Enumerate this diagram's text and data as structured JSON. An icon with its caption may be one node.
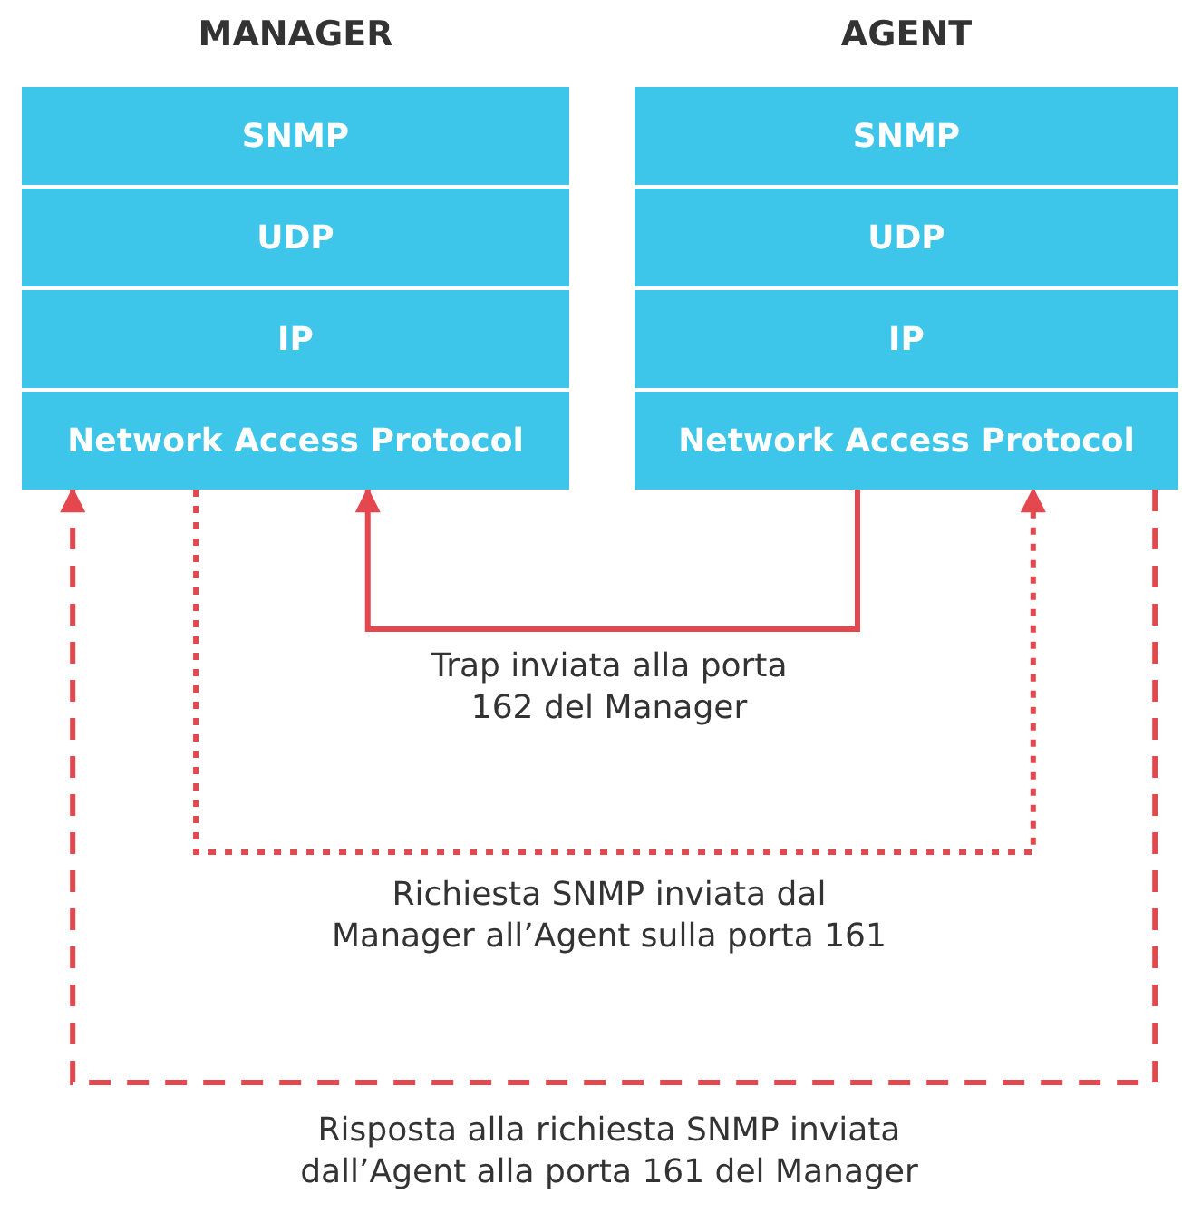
{
  "diagram": {
    "nodes": [
      {
        "text": [
          "MANAGER"
        ]
      },
      {
        "text": [
          "SNMP"
        ],
        "in": 0
      },
      {
        "text": [
          "UDP"
        ],
        "in": 0
      },
      {
        "text": [
          "IP"
        ],
        "in": 0
      },
      {
        "text": [
          "Network Access Protocol"
        ],
        "in": 0
      },
      {
        "text": [
          "AGENT"
        ]
      },
      {
        "text": [
          "SNMP"
        ],
        "in": 5
      },
      {
        "text": [
          "UDP"
        ],
        "in": 5
      },
      {
        "text": [
          "IP"
        ],
        "in": 5
      },
      {
        "text": [
          "Network Access Protocol"
        ],
        "in": 5
      }
    ],
    "edges": [
      {
        "from": 9,
        "to": 4,
        "arrow": "to",
        "label": "Trap inviata alla porta 162 del Manager"
      },
      {
        "from": 4,
        "to": 9,
        "arrow": "to",
        "style": "dashed",
        "label": "Richiesta SNMP inviata dal Manager all’Agent sulla porta 161"
      },
      {
        "from": 9,
        "to": 4,
        "arrow": "to",
        "style": "dashed",
        "label": "Risposta alla richiesta SNMP inviata dall’Agent alla porta 161 del Manager"
      }
    ]
  }
}
